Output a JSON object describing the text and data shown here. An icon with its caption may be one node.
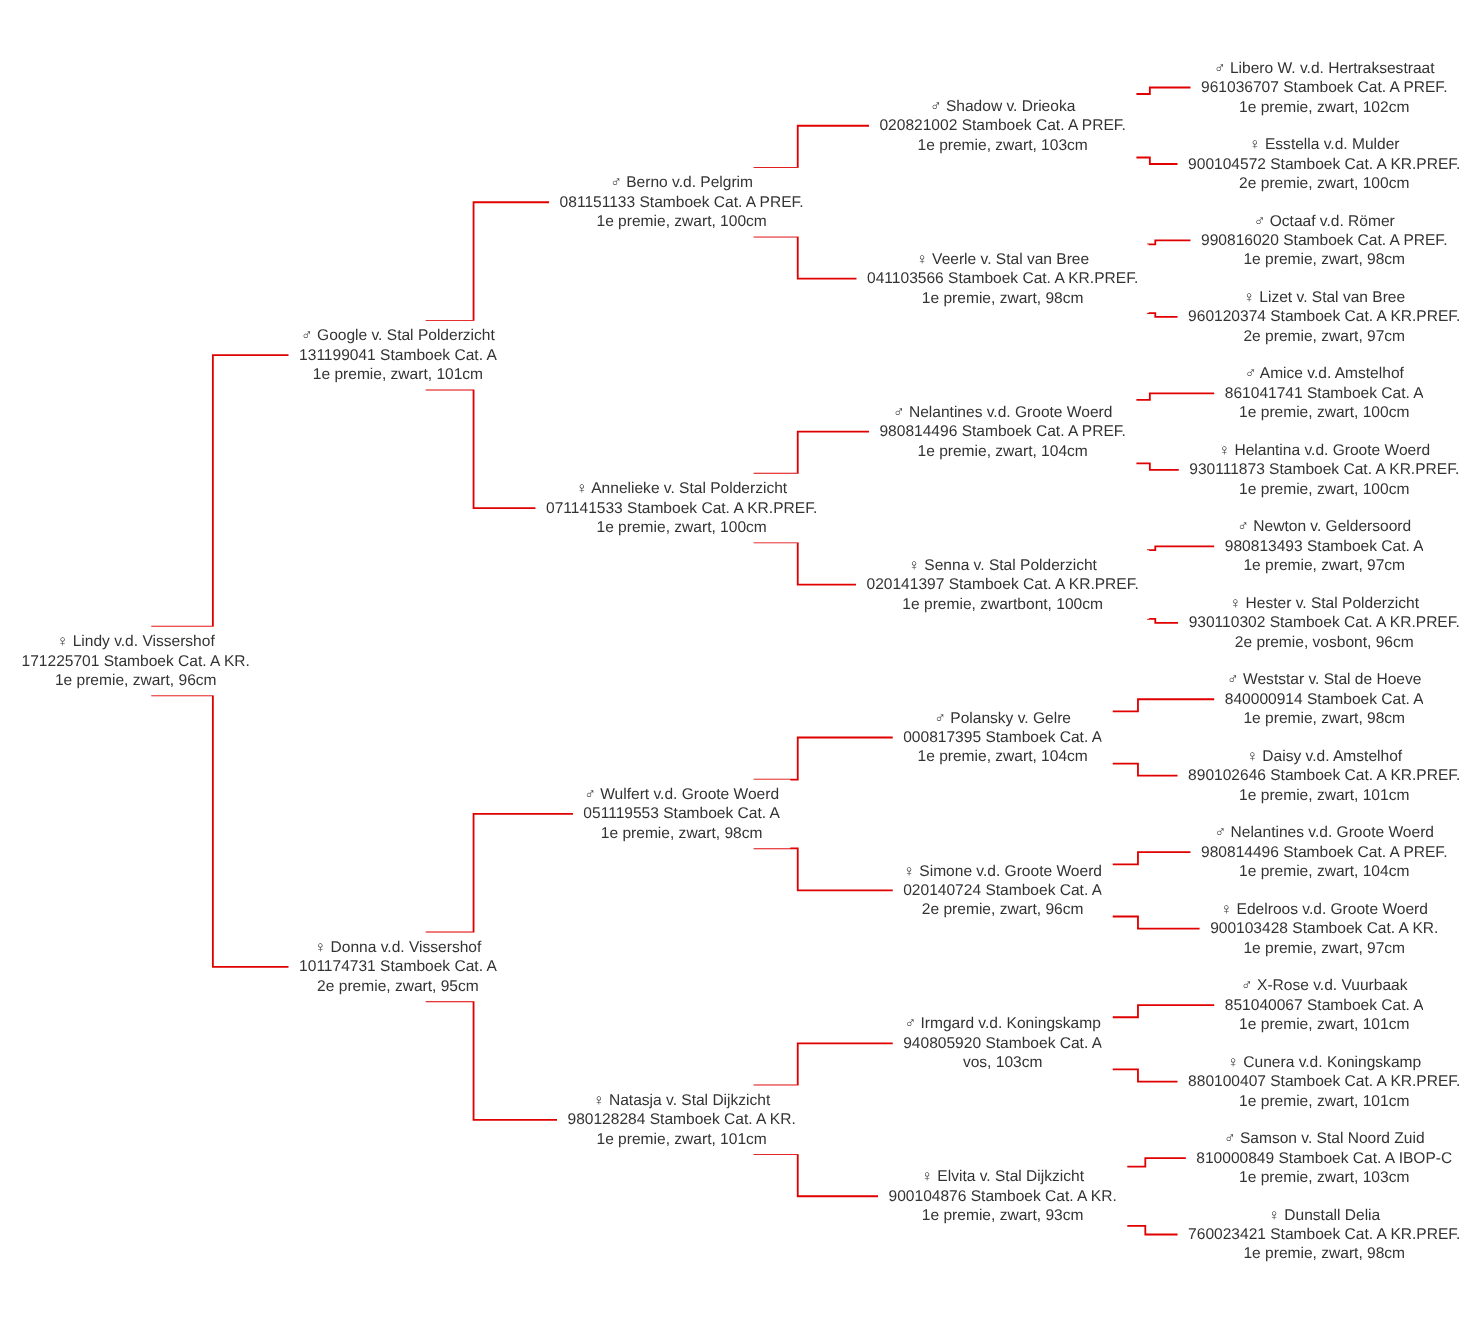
{
  "diagram": {
    "nodes": [
      {
        "text": [
          "♀ Lindy v.d. Vissershof",
          "171225701 Stamboek Cat. A KR.",
          "1e premie, zwart, 96cm"
        ]
      },
      {
        "text": [
          "♂ Google v. Stal Polderzicht",
          "131199041 Stamboek Cat. A",
          "1e premie, zwart, 101cm"
        ]
      },
      {
        "text": [
          "♀ Donna v.d. Vissershof",
          "101174731 Stamboek Cat. A",
          "2e premie, zwart, 95cm"
        ]
      },
      {
        "text": [
          "♂ Berno v.d. Pelgrim",
          "081151133 Stamboek Cat. A PREF.",
          "1e premie, zwart, 100cm"
        ]
      },
      {
        "text": [
          "♀ Annelieke v. Stal Polderzicht",
          "071141533 Stamboek Cat. A KR.PREF.",
          "1e premie, zwart, 100cm"
        ]
      },
      {
        "text": [
          "♂ Wulfert v.d. Groote Woerd",
          "051119553 Stamboek Cat. A",
          "1e premie, zwart, 98cm"
        ]
      },
      {
        "text": [
          "♀ Natasja v. Stal Dijkzicht",
          "980128284 Stamboek Cat. A KR.",
          "1e premie, zwart, 101cm"
        ]
      },
      {
        "text": [
          "♂ Shadow v. Drieoka",
          "020821002 Stamboek Cat. A PREF.",
          "1e premie, zwart, 103cm"
        ]
      },
      {
        "text": [
          "♀ Veerle v. Stal van Bree",
          "041103566 Stamboek Cat. A KR.PREF.",
          "1e premie, zwart, 98cm"
        ]
      },
      {
        "text": [
          "♂ Nelantines v.d. Groote Woerd",
          "980814496 Stamboek Cat. A PREF.",
          "1e premie, zwart, 104cm"
        ]
      },
      {
        "text": [
          "♀ Senna v. Stal Polderzicht",
          "020141397 Stamboek Cat. A KR.PREF.",
          "1e premie, zwartbont, 100cm"
        ]
      },
      {
        "text": [
          "♂ Polansky v. Gelre",
          "000817395 Stamboek Cat. A",
          "1e premie, zwart, 104cm"
        ]
      },
      {
        "text": [
          "♀ Simone v.d. Groote Woerd",
          "020140724 Stamboek Cat. A",
          "2e premie, zwart, 96cm"
        ]
      },
      {
        "text": [
          "♂ Irmgard v.d. Koningskamp",
          "940805920 Stamboek Cat. A",
          "vos, 103cm"
        ]
      },
      {
        "text": [
          "♀ Elvita v. Stal Dijkzicht",
          "900104876 Stamboek Cat. A KR.",
          "1e premie, zwart, 93cm"
        ]
      },
      {
        "text": [
          "♂ Libero W. v.d. Hertraksestraat",
          "961036707 Stamboek Cat. A PREF.",
          "1e premie, zwart, 102cm"
        ]
      },
      {
        "text": [
          "♀ Esstella v.d. Mulder",
          "900104572 Stamboek Cat. A KR.PREF.",
          "2e premie, zwart, 100cm"
        ]
      },
      {
        "text": [
          "♂ Octaaf v.d. Römer",
          "990816020 Stamboek Cat. A PREF.",
          "1e premie, zwart, 98cm"
        ]
      },
      {
        "text": [
          "♀ Lizet v. Stal van Bree",
          "960120374 Stamboek Cat. A KR.PREF.",
          "2e premie, zwart, 97cm"
        ]
      },
      {
        "text": [
          "♂ Amice v.d. Amstelhof",
          "861041741 Stamboek Cat. A",
          "1e premie, zwart, 100cm"
        ]
      },
      {
        "text": [
          "♀ Helantina v.d. Groote Woerd",
          "930111873 Stamboek Cat. A KR.PREF.",
          "1e premie, zwart, 100cm"
        ]
      },
      {
        "text": [
          "♂ Newton v. Geldersoord",
          "980813493 Stamboek Cat. A",
          "1e premie, zwart, 97cm"
        ]
      },
      {
        "text": [
          "♀ Hester v. Stal Polderzicht",
          "930110302 Stamboek Cat. A KR.PREF.",
          "2e premie, vosbont, 96cm"
        ]
      },
      {
        "text": [
          "♂ Weststar v. Stal de Hoeve",
          "840000914 Stamboek Cat. A",
          "1e premie, zwart, 98cm"
        ]
      },
      {
        "text": [
          "♀ Daisy v.d. Amstelhof",
          "890102646 Stamboek Cat. A KR.PREF.",
          "1e premie, zwart, 101cm"
        ]
      },
      {
        "text": [
          "♂ Nelantines v.d. Groote Woerd",
          "980814496 Stamboek Cat. A PREF.",
          "1e premie, zwart, 104cm"
        ]
      },
      {
        "text": [
          "♀ Edelroos v.d. Groote Woerd",
          "900103428 Stamboek Cat. A KR.",
          "1e premie, zwart, 97cm"
        ]
      },
      {
        "text": [
          "♂ X-Rose v.d. Vuurbaak",
          "851040067 Stamboek Cat. A",
          "1e premie, zwart, 101cm"
        ]
      },
      {
        "text": [
          "♀ Cunera v.d. Koningskamp",
          "880100407 Stamboek Cat. A KR.PREF.",
          "1e premie, zwart, 101cm"
        ]
      },
      {
        "text": [
          "♂ Samson v. Stal Noord Zuid",
          "810000849 Stamboek Cat. A IBOP-C",
          "1e premie, zwart, 103cm"
        ]
      },
      {
        "text": [
          "♀ Dunstall Delia",
          "760023421 Stamboek Cat. A KR.PREF.",
          "1e premie, zwart, 98cm"
        ]
      }
    ],
    "edges": [
      {
        "from": 0,
        "to": 1,
        "arrow": "none"
      },
      {
        "from": 0,
        "to": 2,
        "arrow": "none"
      },
      {
        "from": 1,
        "to": 3,
        "arrow": "none"
      },
      {
        "from": 1,
        "to": 4,
        "arrow": "none"
      },
      {
        "from": 2,
        "to": 5,
        "arrow": "none"
      },
      {
        "from": 2,
        "to": 6,
        "arrow": "none"
      },
      {
        "from": 3,
        "to": 7,
        "arrow": "none"
      },
      {
        "from": 3,
        "to": 8,
        "arrow": "none"
      },
      {
        "from": 4,
        "to": 9,
        "arrow": "none"
      },
      {
        "from": 4,
        "to": 10,
        "arrow": "none"
      },
      {
        "from": 5,
        "to": 11,
        "arrow": "none"
      },
      {
        "from": 5,
        "to": 12,
        "arrow": "none"
      },
      {
        "from": 6,
        "to": 13,
        "arrow": "none"
      },
      {
        "from": 6,
        "to": 14,
        "arrow": "none"
      },
      {
        "from": 7,
        "to": 15,
        "arrow": "none"
      },
      {
        "from": 7,
        "to": 16,
        "arrow": "none"
      },
      {
        "from": 8,
        "to": 17,
        "arrow": "none"
      },
      {
        "from": 8,
        "to": 18,
        "arrow": "none"
      },
      {
        "from": 9,
        "to": 19,
        "arrow": "none"
      },
      {
        "from": 9,
        "to": 20,
        "arrow": "none"
      },
      {
        "from": 10,
        "to": 21,
        "arrow": "none"
      },
      {
        "from": 10,
        "to": 22,
        "arrow": "none"
      },
      {
        "from": 11,
        "to": 23,
        "arrow": "none"
      },
      {
        "from": 11,
        "to": 24,
        "arrow": "none"
      },
      {
        "from": 12,
        "to": 25,
        "arrow": "none"
      },
      {
        "from": 12,
        "to": 26,
        "arrow": "none"
      },
      {
        "from": 13,
        "to": 27,
        "arrow": "none"
      },
      {
        "from": 13,
        "to": 28,
        "arrow": "none"
      },
      {
        "from": 14,
        "to": 29,
        "arrow": "none"
      },
      {
        "from": 14,
        "to": 30,
        "arrow": "none"
      }
    ]
  }
}
